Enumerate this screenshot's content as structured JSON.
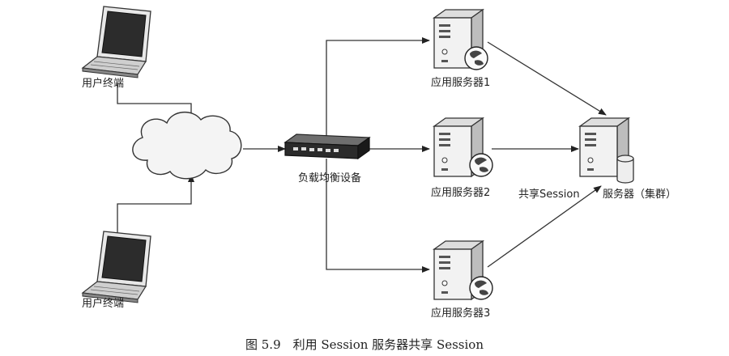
{
  "nodes": {
    "client_top": "用户终端",
    "client_bottom": "用户终端",
    "load_balancer": "负载均衡设备",
    "server1": "应用服务器1",
    "server2": "应用服务器2",
    "server3": "应用服务器3",
    "shared_session_label": "共享Session",
    "session_cluster": "服务器（集群）"
  },
  "caption": "图 5.9　利用 Session 服务器共享 Session"
}
